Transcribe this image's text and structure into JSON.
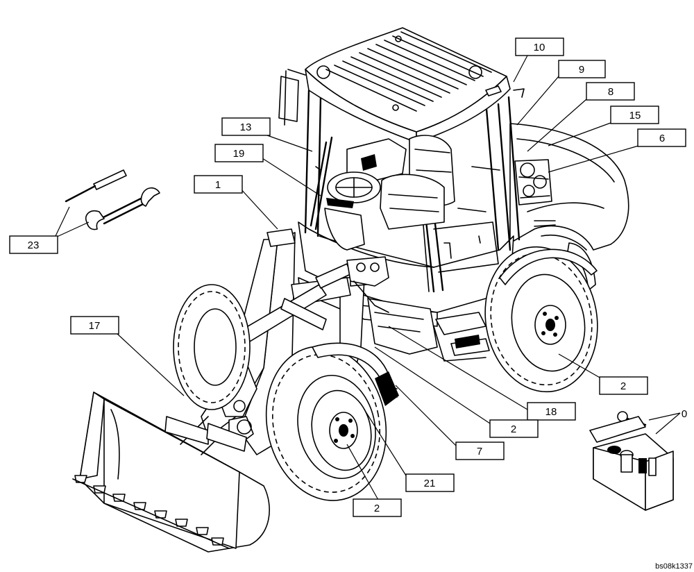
{
  "drawing": {
    "reference_code": "bs08k1337"
  },
  "callouts": [
    {
      "id": "c10",
      "label": "10"
    },
    {
      "id": "c9",
      "label": "9"
    },
    {
      "id": "c8",
      "label": "8"
    },
    {
      "id": "c15",
      "label": "15"
    },
    {
      "id": "c6",
      "label": "6"
    },
    {
      "id": "c13",
      "label": "13"
    },
    {
      "id": "c19",
      "label": "19"
    },
    {
      "id": "c1",
      "label": "1"
    },
    {
      "id": "c23",
      "label": "23"
    },
    {
      "id": "c17",
      "label": "17"
    },
    {
      "id": "c2a",
      "label": "2"
    },
    {
      "id": "c18",
      "label": "18"
    },
    {
      "id": "c2b",
      "label": "2"
    },
    {
      "id": "c7",
      "label": "7"
    },
    {
      "id": "c21",
      "label": "21"
    },
    {
      "id": "c2c",
      "label": "2"
    },
    {
      "id": "c0",
      "label": "0"
    }
  ]
}
